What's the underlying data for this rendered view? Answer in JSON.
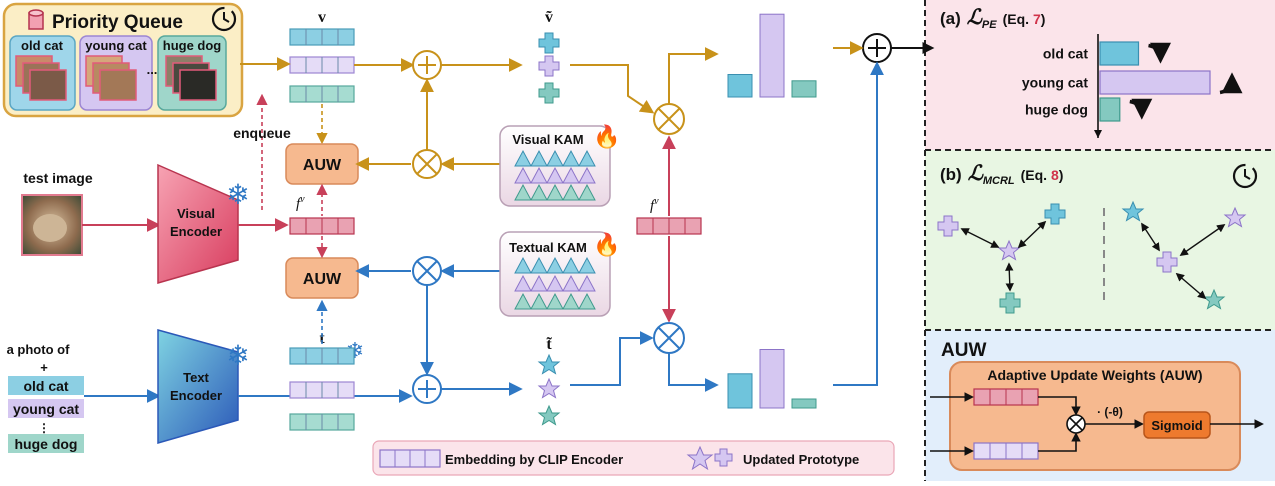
{
  "priority_queue": {
    "title": "Priority Queue",
    "items": [
      "old cat",
      "young cat",
      "huge dog"
    ],
    "ellipsis": "..."
  },
  "labels": {
    "enqueue": "enqueue",
    "test_image": "test image",
    "visual_encoder": [
      "Visual",
      "Encoder"
    ],
    "text_encoder": [
      "Text",
      "Encoder"
    ],
    "auw": "AUW",
    "visual_kam": "Visual KAM",
    "textual_kam": "Textual KAM",
    "v": "v",
    "v_tilde": "ṽ",
    "t": "t",
    "t_tilde": "t̃",
    "f": "f",
    "f_sup": "v",
    "a_photo_of": "a photo of",
    "plus": "+",
    "vdots": "⋮"
  },
  "prompt_classes": [
    "old cat",
    "young cat",
    "huge dog"
  ],
  "legend": {
    "embedding": "Embedding by CLIP Encoder",
    "prototype": "Updated Prototype"
  },
  "panel_a": {
    "prefix": "(a)",
    "symbol": "ℒ",
    "subscript": "PE",
    "eq_prefix": "(Eq. ",
    "eq_num": "7",
    "eq_suffix": ")",
    "rows": [
      {
        "label": "old cat",
        "value": 0.35,
        "trend": "down"
      },
      {
        "label": "young cat",
        "value": 1.0,
        "trend": "up"
      },
      {
        "label": "huge dog",
        "value": 0.18,
        "trend": "down"
      }
    ]
  },
  "panel_b": {
    "prefix": "(b)",
    "symbol": "ℒ",
    "subscript": "MCRL",
    "eq_prefix": "(Eq. ",
    "eq_num": "8",
    "eq_suffix": ")"
  },
  "panel_auw": {
    "title": "AUW",
    "subtitle": "Adaptive Update Weights (AUW)",
    "theta": "· (-θ)",
    "sigmoid": "Sigmoid"
  },
  "colors": {
    "gold": "#c8921a",
    "blue": "#2f78c4",
    "red": "#c8405a",
    "purple": "#c9b5ea",
    "teal": "#84c9c0",
    "cyan": "#6fc4dc",
    "orange_box": "#f6b98f",
    "eq_red": "#d0334a"
  },
  "chart_data": [
    {
      "type": "bar",
      "categories": [
        "old cat",
        "young cat",
        "huge dog"
      ],
      "values": [
        0.25,
        0.92,
        0.18
      ]
    },
    {
      "type": "bar",
      "categories": [
        "old cat",
        "young cat",
        "huge dog"
      ],
      "values": [
        0.38,
        0.65,
        0.1
      ]
    }
  ]
}
